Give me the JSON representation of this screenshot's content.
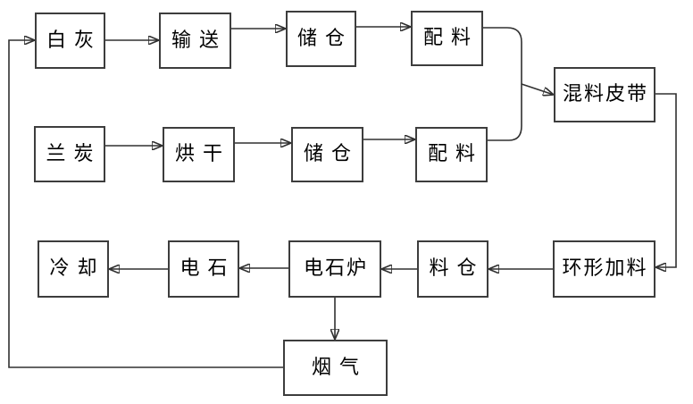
{
  "nodes": {
    "baihui": {
      "label": "白灰"
    },
    "shusong": {
      "label": "输送"
    },
    "chucang1": {
      "label": "储仓"
    },
    "peiliao1": {
      "label": "配料"
    },
    "lantan": {
      "label": "兰炭"
    },
    "honggan": {
      "label": "烘干"
    },
    "chucang2": {
      "label": "储仓"
    },
    "peiliao2": {
      "label": "配料"
    },
    "hunliao_pidai": {
      "label": "混料皮带"
    },
    "huanxing_jialiao": {
      "label": "环形加料"
    },
    "liaocang": {
      "label": "料仓"
    },
    "dianshilu": {
      "label": "电石炉"
    },
    "dianshi": {
      "label": "电石"
    },
    "lengque": {
      "label": "冷却"
    },
    "yanqi": {
      "label": "烟气"
    }
  },
  "edges": [
    {
      "from": "baihui",
      "to": "shusong"
    },
    {
      "from": "shusong",
      "to": "chucang1"
    },
    {
      "from": "chucang1",
      "to": "peiliao1"
    },
    {
      "from": "peiliao1",
      "to": "hunliao_pidai"
    },
    {
      "from": "lantan",
      "to": "honggan"
    },
    {
      "from": "honggan",
      "to": "chucang2"
    },
    {
      "from": "chucang2",
      "to": "peiliao2"
    },
    {
      "from": "peiliao2",
      "to": "hunliao_pidai"
    },
    {
      "from": "hunliao_pidai",
      "to": "huanxing_jialiao"
    },
    {
      "from": "huanxing_jialiao",
      "to": "liaocang"
    },
    {
      "from": "liaocang",
      "to": "dianshilu"
    },
    {
      "from": "dianshilu",
      "to": "dianshi"
    },
    {
      "from": "dianshi",
      "to": "lengque"
    },
    {
      "from": "dianshilu",
      "to": "yanqi"
    },
    {
      "from": "yanqi",
      "to": "baihui"
    }
  ],
  "colors": {
    "background": "#ffffff",
    "line": "#303030",
    "box_border": "#3d3d3d",
    "text": "#000000"
  }
}
